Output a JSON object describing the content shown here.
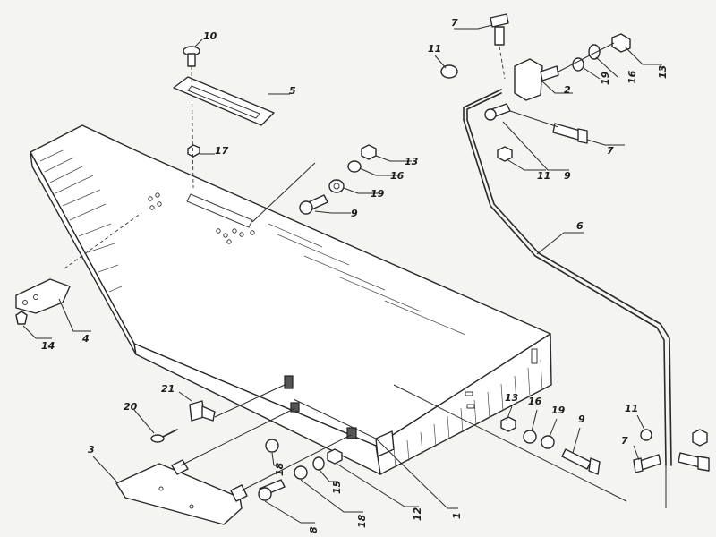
{
  "colors": {
    "background": "#f4f4f2",
    "line": "#2a2a2a",
    "shade": "#555555"
  },
  "callouts": [
    {
      "id": "c7a",
      "text": "7"
    },
    {
      "id": "c10",
      "text": "10"
    },
    {
      "id": "c5",
      "text": "5"
    },
    {
      "id": "c11a",
      "text": "11"
    },
    {
      "id": "c2",
      "text": "2"
    },
    {
      "id": "c19a",
      "text": "19"
    },
    {
      "id": "c16a",
      "text": "16"
    },
    {
      "id": "c13a",
      "text": "13"
    },
    {
      "id": "c7b",
      "text": "7"
    },
    {
      "id": "c17",
      "text": "17"
    },
    {
      "id": "c13b",
      "text": "13"
    },
    {
      "id": "c16b",
      "text": "16"
    },
    {
      "id": "c19b",
      "text": "19"
    },
    {
      "id": "c9a",
      "text": "9"
    },
    {
      "id": "c11b",
      "text": "11"
    },
    {
      "id": "c9b",
      "text": "9"
    },
    {
      "id": "c6",
      "text": "6"
    },
    {
      "id": "c14",
      "text": "14"
    },
    {
      "id": "c4",
      "text": "4"
    },
    {
      "id": "c21",
      "text": "21"
    },
    {
      "id": "c20",
      "text": "20"
    },
    {
      "id": "c3",
      "text": "3"
    },
    {
      "id": "c13c",
      "text": "13"
    },
    {
      "id": "c16c",
      "text": "16"
    },
    {
      "id": "c19c",
      "text": "19"
    },
    {
      "id": "c9c",
      "text": "9"
    },
    {
      "id": "c11c",
      "text": "11"
    },
    {
      "id": "c7c",
      "text": "7"
    },
    {
      "id": "c18a",
      "text": "18"
    },
    {
      "id": "c15",
      "text": "15"
    },
    {
      "id": "c12",
      "text": "12"
    },
    {
      "id": "c1",
      "text": "1"
    },
    {
      "id": "c8",
      "text": "8"
    },
    {
      "id": "c18b",
      "text": "18"
    }
  ]
}
